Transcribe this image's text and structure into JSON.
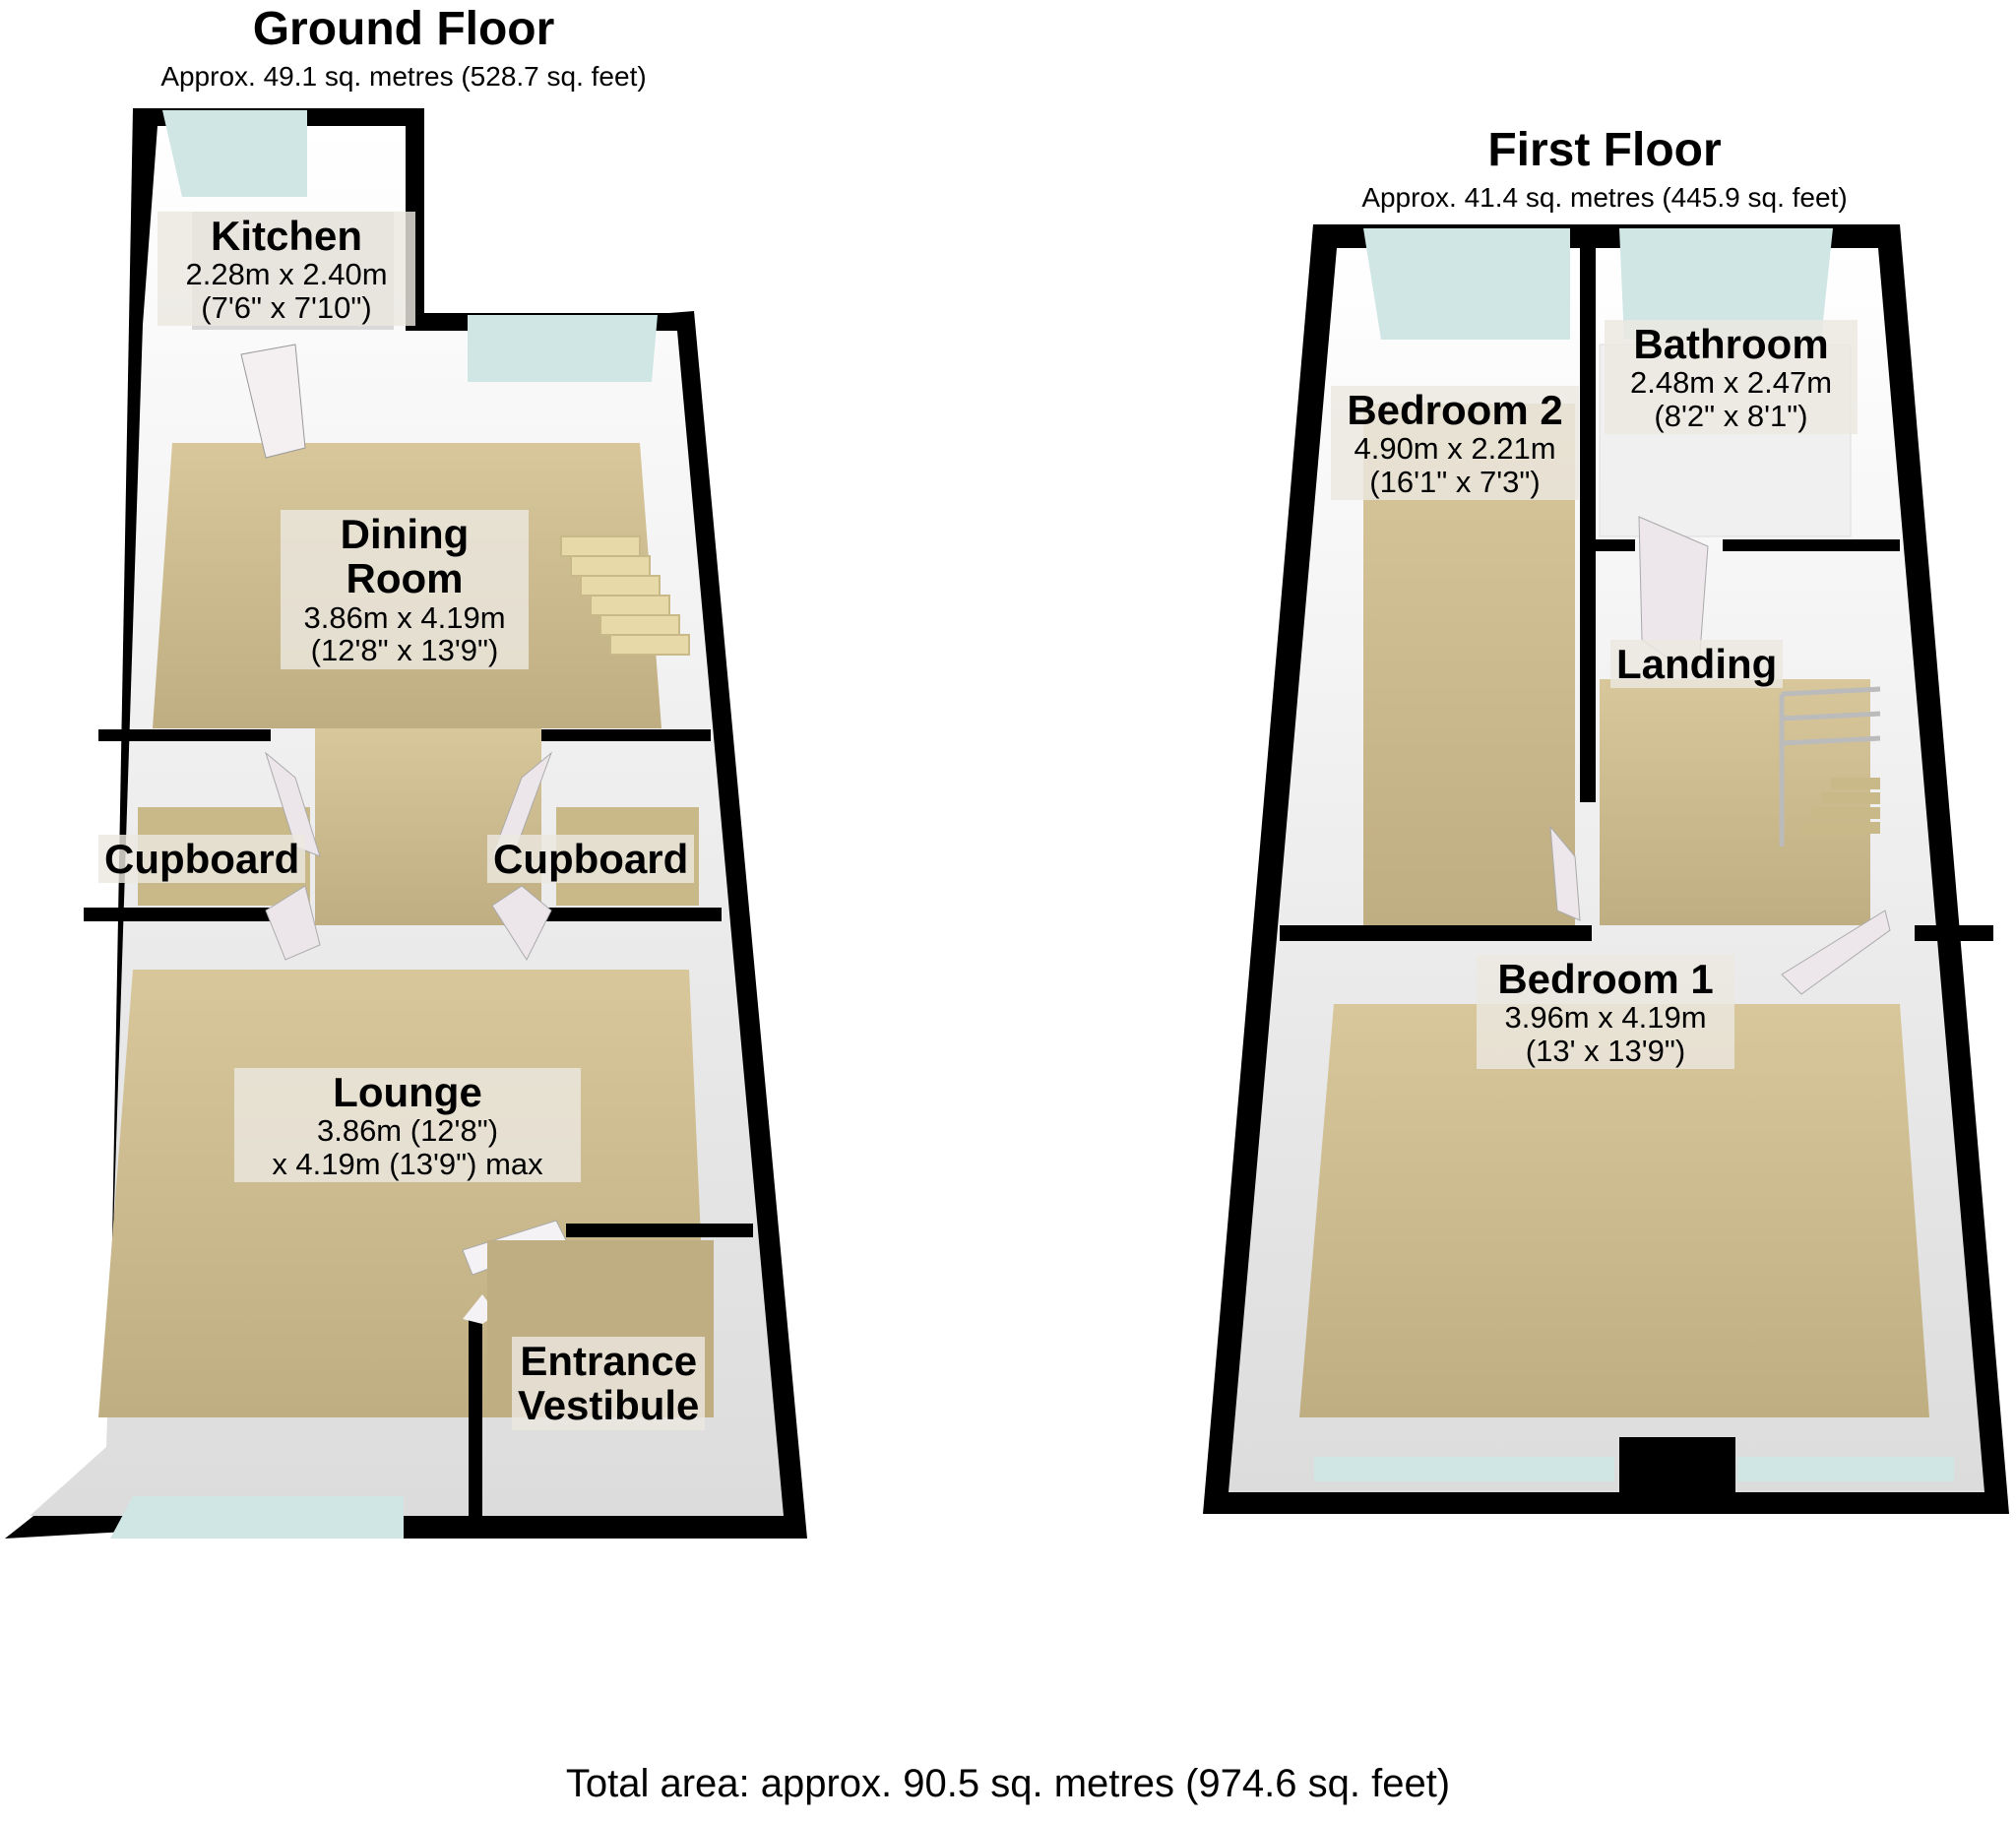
{
  "ground_floor": {
    "title": "Ground Floor",
    "area": "Approx. 49.1 sq. metres (528.7 sq. feet)",
    "rooms": [
      {
        "name": "Kitchen",
        "dim1": "2.28m x 2.40m",
        "dim2": "(7'6\" x 7'10\")"
      },
      {
        "name": "Dining",
        "name2": "Room",
        "dim1": "3.86m x 4.19m",
        "dim2": "(12'8\" x 13'9\")"
      },
      {
        "name": "Cupboard"
      },
      {
        "name": "Cupboard"
      },
      {
        "name": "Lounge",
        "dim1": "3.86m (12'8\")",
        "dim2": "x 4.19m (13'9\") max"
      },
      {
        "name": "Entrance",
        "name2": "Vestibule"
      }
    ]
  },
  "first_floor": {
    "title": "First Floor",
    "area": "Approx. 41.4 sq. metres (445.9 sq. feet)",
    "rooms": [
      {
        "name": "Bedroom 2",
        "dim1": "4.90m x 2.21m",
        "dim2": "(16'1\" x 7'3\")"
      },
      {
        "name": "Bathroom",
        "dim1": "2.48m x 2.47m",
        "dim2": "(8'2\" x 8'1\")"
      },
      {
        "name": "Landing"
      },
      {
        "name": "Bedroom 1",
        "dim1": "3.96m x 4.19m",
        "dim2": "(13' x 13'9\")"
      }
    ]
  },
  "total_area": "Total area: approx. 90.5 sq. metres (974.6 sq. feet)",
  "colors": {
    "wall": "#000000",
    "inner_wall": "#f2f2f2",
    "carpet": "#cdbb8c",
    "window": "#cfe6e4",
    "label_bg": "#ebe8e1"
  }
}
